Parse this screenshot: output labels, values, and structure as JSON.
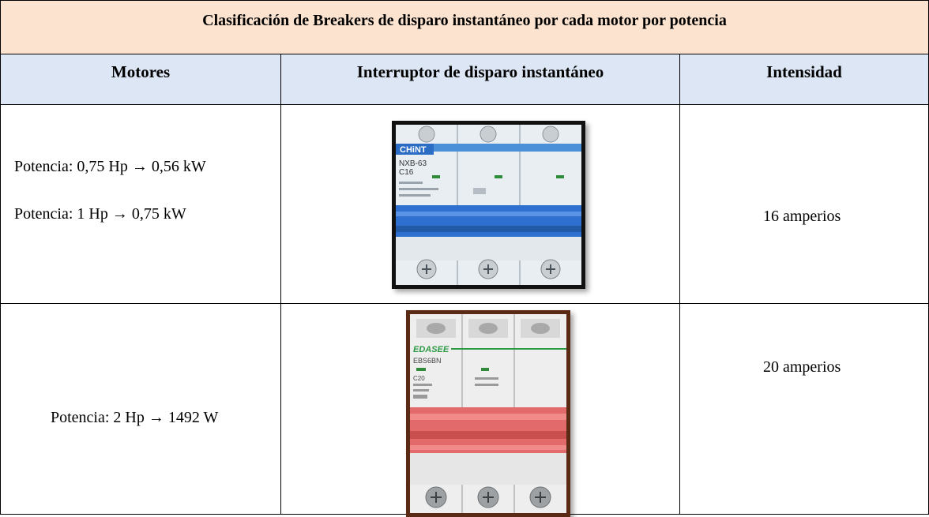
{
  "table": {
    "title": "Clasificación de Breakers de disparo instantáneo por cada motor por potencia",
    "headers": {
      "motores": "Motores",
      "interruptor": "Interruptor de disparo instantáneo",
      "intensidad": "Intensidad"
    },
    "rows": [
      {
        "motor_lines": [
          "Potencia: 0,75 Hp → 0,56 kW",
          "Potencia: 1 Hp → 0,75 kW"
        ],
        "breaker": {
          "brand": "CHiNT",
          "model": "NXB-63",
          "rating": "C16",
          "body_color": "#e9eef3",
          "toggle_color": "#2f6fd0"
        },
        "intensidad": "16 amperios"
      },
      {
        "motor_lines": [
          "Potencia: 2 Hp → 1492 W"
        ],
        "breaker": {
          "brand": "EDASEE",
          "model": "EBS6BN",
          "rating": "C20",
          "body_color": "#eeeeee",
          "toggle_color": "#e36a6a"
        },
        "intensidad": "20 amperios"
      }
    ]
  },
  "colors": {
    "title_bg": "#fbe3cf",
    "header_bg": "#dce6f4"
  }
}
